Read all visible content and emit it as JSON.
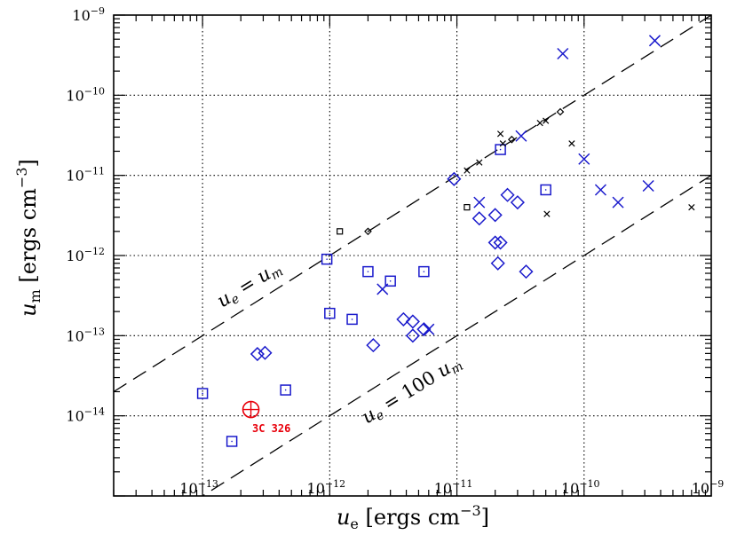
{
  "chart_data": {
    "type": "scatter",
    "xscale": "log",
    "yscale": "log",
    "xlim": [
      2e-14,
      1e-09
    ],
    "ylim": [
      1e-15,
      1e-09
    ],
    "grid": true,
    "x_ticks": [
      {
        "value": 1e-13,
        "base": "10",
        "exp": "−13"
      },
      {
        "value": 1e-12,
        "base": "10",
        "exp": "−12"
      },
      {
        "value": 1e-11,
        "base": "10",
        "exp": "−11"
      },
      {
        "value": 1e-10,
        "base": "10",
        "exp": "−10"
      },
      {
        "value": 1e-09,
        "base": "10",
        "exp": "−9"
      }
    ],
    "y_ticks": [
      {
        "value": 1e-14,
        "base": "10",
        "exp": "−14"
      },
      {
        "value": 1e-13,
        "base": "10",
        "exp": "−13"
      },
      {
        "value": 1e-12,
        "base": "10",
        "exp": "−12"
      },
      {
        "value": 1e-11,
        "base": "10",
        "exp": "−11"
      },
      {
        "value": 1e-10,
        "base": "10",
        "exp": "−10"
      },
      {
        "value": 1e-09,
        "base": "10",
        "exp": "−9"
      }
    ],
    "xlabel": {
      "symbol": "u",
      "sub": "e",
      "text": " [ergs cm",
      "exp": "−3",
      "close": "]"
    },
    "ylabel": {
      "symbol": "u",
      "sub": "m",
      "text": " [ergs cm",
      "exp": "−3",
      "close": "]"
    },
    "lines": [
      {
        "ratio": 1,
        "style": "dashed",
        "label": {
          "lhs": "u",
          "lhs_sub": "e",
          "eq": " = ",
          "coef": "",
          "rhs": "u",
          "rhs_sub": "m"
        }
      },
      {
        "ratio": 100,
        "style": "dashed",
        "label": {
          "lhs": "u",
          "lhs_sub": "e",
          "eq": " = ",
          "coef": "100 ",
          "rhs": "u",
          "rhs_sub": "m"
        }
      }
    ],
    "annotations": [
      {
        "text": "3C 326",
        "x": 2.55e-13,
        "y": 6.5e-15
      }
    ],
    "colors": {
      "blue": "#1a1acc",
      "black": "#000000",
      "red": "#e8000b"
    },
    "series": [
      {
        "marker": "square",
        "color": "#1a1acc",
        "size": "large",
        "points": [
          [
            1e-13,
            1.9e-14
          ],
          [
            1.7e-13,
            4.8e-15
          ],
          [
            4.5e-13,
            2.1e-14
          ],
          [
            9.5e-13,
            9e-13
          ],
          [
            1e-12,
            1.9e-13
          ],
          [
            1.5e-12,
            1.6e-13
          ],
          [
            2e-12,
            6.3e-13
          ],
          [
            3e-12,
            4.8e-13
          ],
          [
            5.5e-12,
            6.3e-13
          ],
          [
            2.2e-11,
            2.1e-11
          ],
          [
            5e-11,
            6.6e-12
          ]
        ]
      },
      {
        "marker": "diamond",
        "color": "#1a1acc",
        "size": "large",
        "points": [
          [
            2.7e-13,
            5.9e-14
          ],
          [
            3.1e-13,
            6.1e-14
          ],
          [
            2.2e-12,
            7.6e-14
          ],
          [
            3.8e-12,
            1.6e-13
          ],
          [
            4.5e-12,
            1.5e-13
          ],
          [
            4.5e-12,
            1e-13
          ],
          [
            5.5e-12,
            1.2e-13
          ],
          [
            9.5e-12,
            9e-12
          ],
          [
            1.5e-11,
            2.9e-12
          ],
          [
            2e-11,
            3.2e-12
          ],
          [
            2.5e-11,
            5.7e-12
          ],
          [
            3e-11,
            4.6e-12
          ],
          [
            2e-11,
            1.45e-12
          ],
          [
            2.2e-11,
            1.45e-12
          ],
          [
            2.1e-11,
            8e-13
          ],
          [
            3.5e-11,
            6.3e-13
          ]
        ]
      },
      {
        "marker": "x",
        "color": "#1a1acc",
        "size": "large",
        "points": [
          [
            2.6e-12,
            3.8e-13
          ],
          [
            6e-12,
            1.2e-13
          ],
          [
            1.5e-11,
            4.6e-12
          ],
          [
            3.2e-11,
            3.1e-11
          ],
          [
            6.8e-11,
            3.3e-10
          ],
          [
            1e-10,
            1.6e-11
          ],
          [
            1.35e-10,
            6.6e-12
          ],
          [
            1.85e-10,
            4.6e-12
          ],
          [
            3.2e-10,
            7.4e-12
          ],
          [
            3.6e-10,
            4.8e-10
          ]
        ]
      },
      {
        "marker": "square",
        "color": "#000000",
        "size": "small",
        "points": [
          [
            1.2e-12,
            2e-12
          ],
          [
            1.2e-11,
            4e-12
          ]
        ]
      },
      {
        "marker": "diamond",
        "color": "#000000",
        "size": "small",
        "points": [
          [
            2e-12,
            2e-12
          ],
          [
            2.7e-11,
            2.8e-11
          ],
          [
            6.5e-11,
            6.2e-11
          ]
        ]
      },
      {
        "marker": "x",
        "color": "#000000",
        "size": "small",
        "points": [
          [
            1.2e-11,
            1.15e-11
          ],
          [
            1.5e-11,
            1.45e-11
          ],
          [
            2.2e-11,
            3.3e-11
          ],
          [
            2.3e-11,
            2.5e-11
          ],
          [
            4.5e-11,
            4.5e-11
          ],
          [
            5e-11,
            4.8e-11
          ],
          [
            5.1e-11,
            3.3e-12
          ],
          [
            8e-11,
            2.5e-11
          ],
          [
            7e-10,
            4e-12
          ]
        ]
      },
      {
        "marker": "circle-plus",
        "color": "#e8000b",
        "size": "large",
        "points": [
          [
            2.4e-13,
            1.2e-14
          ]
        ]
      }
    ]
  }
}
